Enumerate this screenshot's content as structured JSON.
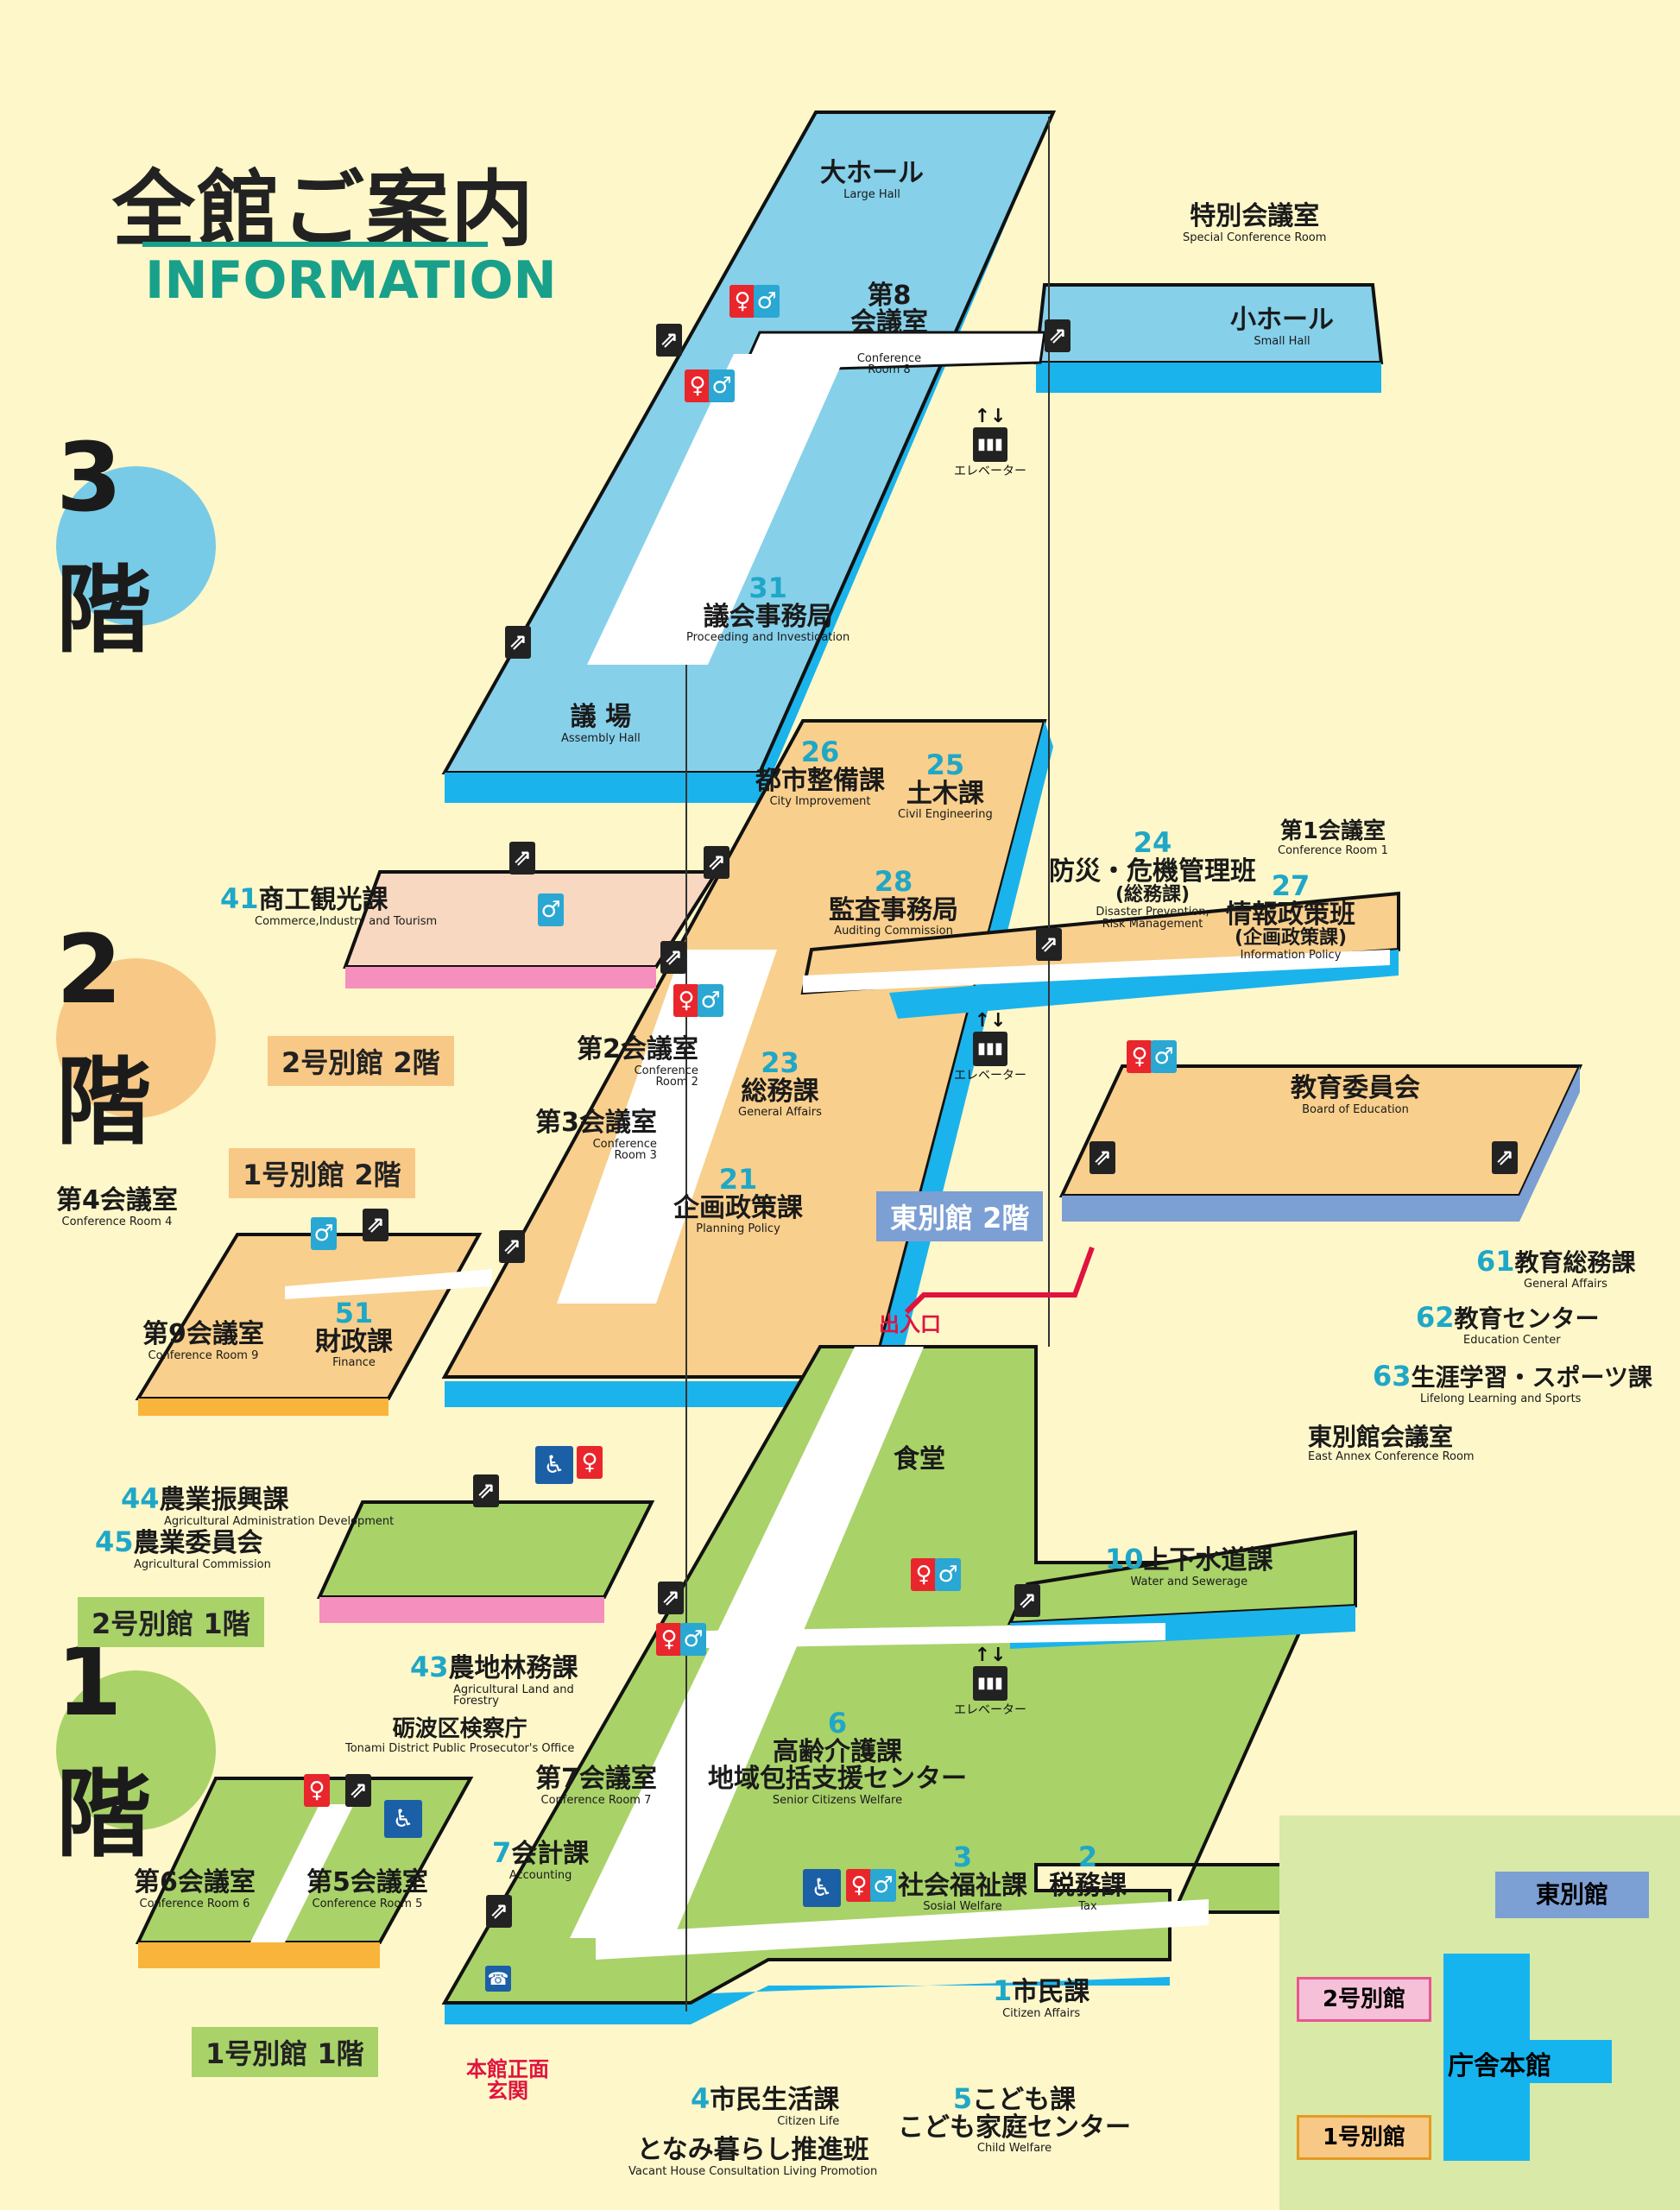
{
  "header": {
    "title": "全館ご案内",
    "subtitle": "INFORMATION"
  },
  "floors": {
    "f3": "3階",
    "f2": "2階",
    "f1": "1階"
  },
  "colors": {
    "teal": "#19a08a",
    "sky": "#7dcbe6",
    "orange": "#f8cf8c",
    "green": "#a9d269",
    "pink": "#f07fb0",
    "blue": "#1bb3ec"
  },
  "rooms3": {
    "large_hall": {
      "jp": "大ホール",
      "en": "Large Hall"
    },
    "conf8": {
      "jp": "第8\n会議室",
      "en": "Conference\nRoom 8"
    },
    "special_conf": {
      "jp": "特別会議室",
      "en": "Special Conference Room"
    },
    "small_hall": {
      "jp": "小ホール",
      "en": "Small Hall"
    },
    "proceeding": {
      "num": "31",
      "jp": "議会事務局",
      "en": "Proceeding and Investigation"
    },
    "assembly": {
      "jp": "議 場",
      "en": "Assembly Hall"
    }
  },
  "rooms2": {
    "commerce": {
      "num": "41",
      "jp": "商工観光課",
      "en": "Commerce,Industry and Tourism"
    },
    "city_improvement": {
      "num": "26",
      "jp": "都市整備課",
      "en": "City Improvement"
    },
    "civil": {
      "num": "25",
      "jp": "土木課",
      "en": "Civil Engineering"
    },
    "auditing": {
      "num": "28",
      "jp": "監査事務局",
      "en": "Auditing Commission"
    },
    "disaster": {
      "num": "24",
      "jp": "防災・危機管理班",
      "jp2": "(総務課)",
      "en": "Disaster Prevention,\nRisk Management"
    },
    "conf1": {
      "jp": "第1会議室",
      "en": "Conference Room 1"
    },
    "info_policy": {
      "num": "27",
      "jp": "情報政策班",
      "jp2": "(企画政策課)",
      "en": "Information Policy"
    },
    "conf2": {
      "jp": "第2会議室",
      "en": "Conference\nRoom 2"
    },
    "general_affairs": {
      "num": "23",
      "jp": "総務課",
      "en": "General Affairs"
    },
    "conf3": {
      "jp": "第3会議室",
      "en": "Conference\nRoom 3"
    },
    "planning": {
      "num": "21",
      "jp": "企画政策課",
      "en": "Planning Policy"
    },
    "conf4": {
      "jp": "第4会議室",
      "en": "Conference Room 4"
    },
    "conf9": {
      "jp": "第9会議室",
      "en": "Conference Room 9"
    },
    "finance": {
      "num": "51",
      "jp": "財政課",
      "en": "Finance"
    },
    "board_edu": {
      "jp": "教育委員会",
      "en": "Board of Education"
    },
    "edu_general": {
      "num": "61",
      "jp": "教育総務課",
      "en": "General Affairs"
    },
    "edu_center": {
      "num": "62",
      "jp": "教育センター",
      "en": "Education Center"
    },
    "lifelong": {
      "num": "63",
      "jp": "生涯学習・スポーツ課",
      "en": "Lifelong Learning and Sports"
    },
    "east_conf": {
      "jp": "東別館会議室",
      "en": "East Annex Conference Room"
    }
  },
  "tags": {
    "annex2_2f": "2号別館 2階",
    "annex1_2f": "1号別館 2階",
    "east_2f": "東別館 2階",
    "annex2_1f": "2号別館 1階",
    "annex1_1f": "1号別館 1階"
  },
  "rooms1": {
    "agri_dev": {
      "num": "44",
      "jp": "農業振興課",
      "en": "Agricultural Administration Development"
    },
    "agri_comm": {
      "num": "45",
      "jp": "農業委員会",
      "en": "Agricultural Commission"
    },
    "agri_land": {
      "num": "43",
      "jp": "農地林務課",
      "en": "Agricultural Land and\nForestry"
    },
    "cafeteria": {
      "jp": "食堂"
    },
    "water": {
      "num": "10",
      "jp": "上下水道課",
      "en": "Water and Sewerage"
    },
    "prosecutor": {
      "jp": "砺波区検察庁",
      "en": "Tonami District Public Prosecutor's Office"
    },
    "conf7": {
      "jp": "第7会議室",
      "en": "Conference Room 7"
    },
    "senior": {
      "num": "6",
      "jp": "高齢介護課",
      "jp2": "地域包括支援センター",
      "en": "Senior Citizens Welfare"
    },
    "accounting": {
      "num": "7",
      "jp": "会計課",
      "en": "Accounting"
    },
    "social": {
      "num": "3",
      "jp": "社会福祉課",
      "en": "Sosial Welfare"
    },
    "tax": {
      "num": "2",
      "jp": "税務課",
      "en": "Tax"
    },
    "conf6": {
      "jp": "第6会議室",
      "en": "Conference Room 6"
    },
    "conf5": {
      "jp": "第5会議室",
      "en": "Conference Room 5"
    },
    "citizen_affairs": {
      "num": "1",
      "jp": "市民課",
      "en": "Citizen Affairs"
    },
    "citizen_life": {
      "num": "4",
      "jp": "市民生活課",
      "en": "Citizen Life"
    },
    "vacant_house": {
      "jp": "となみ暮らし推進班",
      "en": "Vacant House Consultation Living Promotion"
    },
    "child": {
      "num": "5",
      "jp": "こども課",
      "jp2": "こども家庭センター",
      "en": "Child Welfare"
    },
    "main_entrance": "本館正面\n玄関",
    "entrance": "出入口"
  },
  "elevator": "エレベーター",
  "legend": {
    "east": "東別館",
    "annex2": "2号別館",
    "main": "庁舎本館",
    "annex1": "1号別館"
  }
}
